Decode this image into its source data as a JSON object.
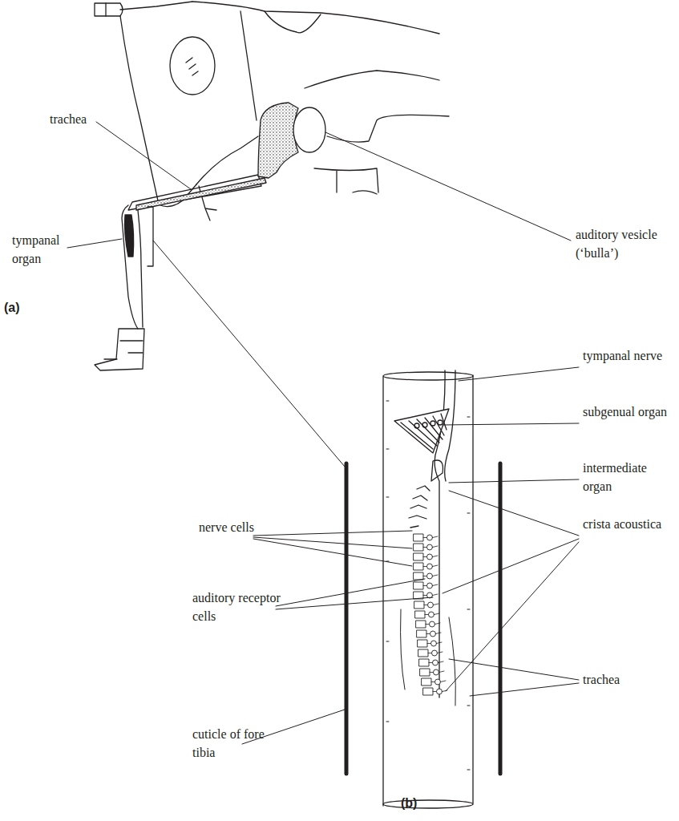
{
  "diagram": {
    "labels": [
      "auditory vesicle (‘bulla’)",
      "trachea",
      "tympanal organ",
      "(a)",
      "tympanal nerve",
      "subgenual organ",
      "intermediate organ",
      "nerve cells",
      "crista acoustica",
      "auditory receptor cells",
      "trachea",
      "cuticle of fore tibia",
      "(b)"
    ]
  }
}
